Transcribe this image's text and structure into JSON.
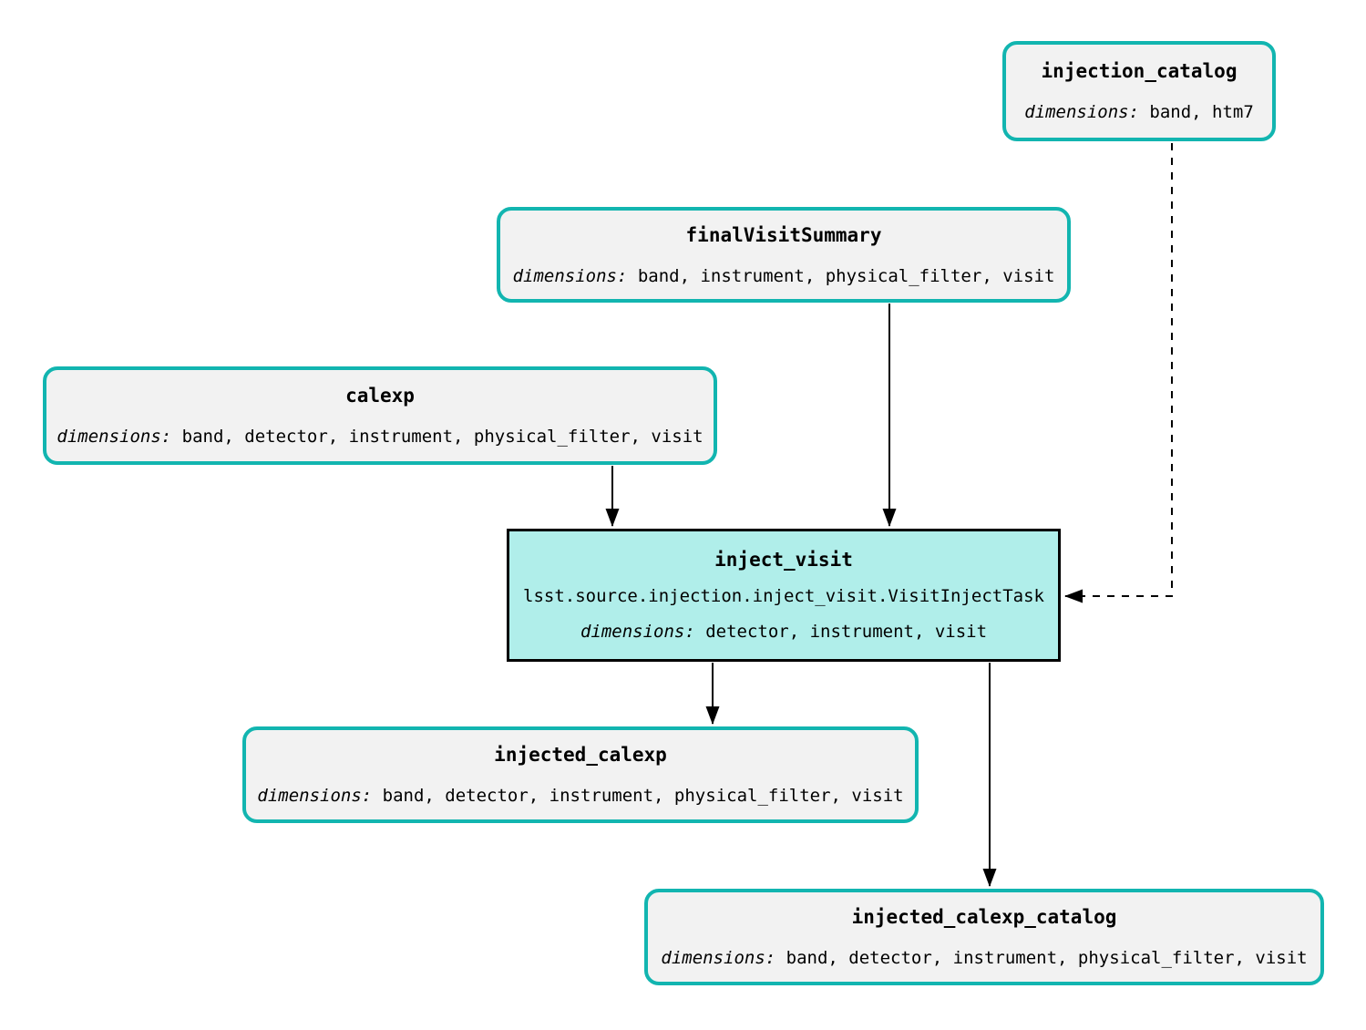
{
  "diagram": {
    "labels": {
      "dimensions": "dimensions:"
    },
    "nodes": {
      "injection_catalog": {
        "type": "dataset",
        "title": "injection_catalog",
        "dimensions": "band, htm7"
      },
      "finalVisitSummary": {
        "type": "dataset",
        "title": "finalVisitSummary",
        "dimensions": "band, instrument, physical_filter, visit"
      },
      "calexp": {
        "type": "dataset",
        "title": "calexp",
        "dimensions": "band, detector, instrument, physical_filter, visit"
      },
      "inject_visit": {
        "type": "task",
        "title": "inject_visit",
        "task_class": "lsst.source.injection.inject_visit.VisitInjectTask",
        "dimensions": "detector, instrument, visit"
      },
      "injected_calexp": {
        "type": "dataset",
        "title": "injected_calexp",
        "dimensions": "band, detector, instrument, physical_filter, visit"
      },
      "injected_calexp_catalog": {
        "type": "dataset",
        "title": "injected_calexp_catalog",
        "dimensions": "band, detector, instrument, physical_filter, visit"
      }
    },
    "edges": [
      {
        "from": "calexp",
        "to": "inject_visit",
        "style": "solid"
      },
      {
        "from": "finalVisitSummary",
        "to": "inject_visit",
        "style": "solid"
      },
      {
        "from": "injection_catalog",
        "to": "inject_visit",
        "style": "dashed"
      },
      {
        "from": "inject_visit",
        "to": "injected_calexp",
        "style": "solid"
      },
      {
        "from": "inject_visit",
        "to": "injected_calexp_catalog",
        "style": "solid"
      }
    ],
    "colors": {
      "dataset_border": "#12b5b0",
      "dataset_fill": "#f2f2f2",
      "task_border": "#000000",
      "task_fill": "#b0eeea",
      "edge": "#000000",
      "background": "#ffffff"
    }
  }
}
